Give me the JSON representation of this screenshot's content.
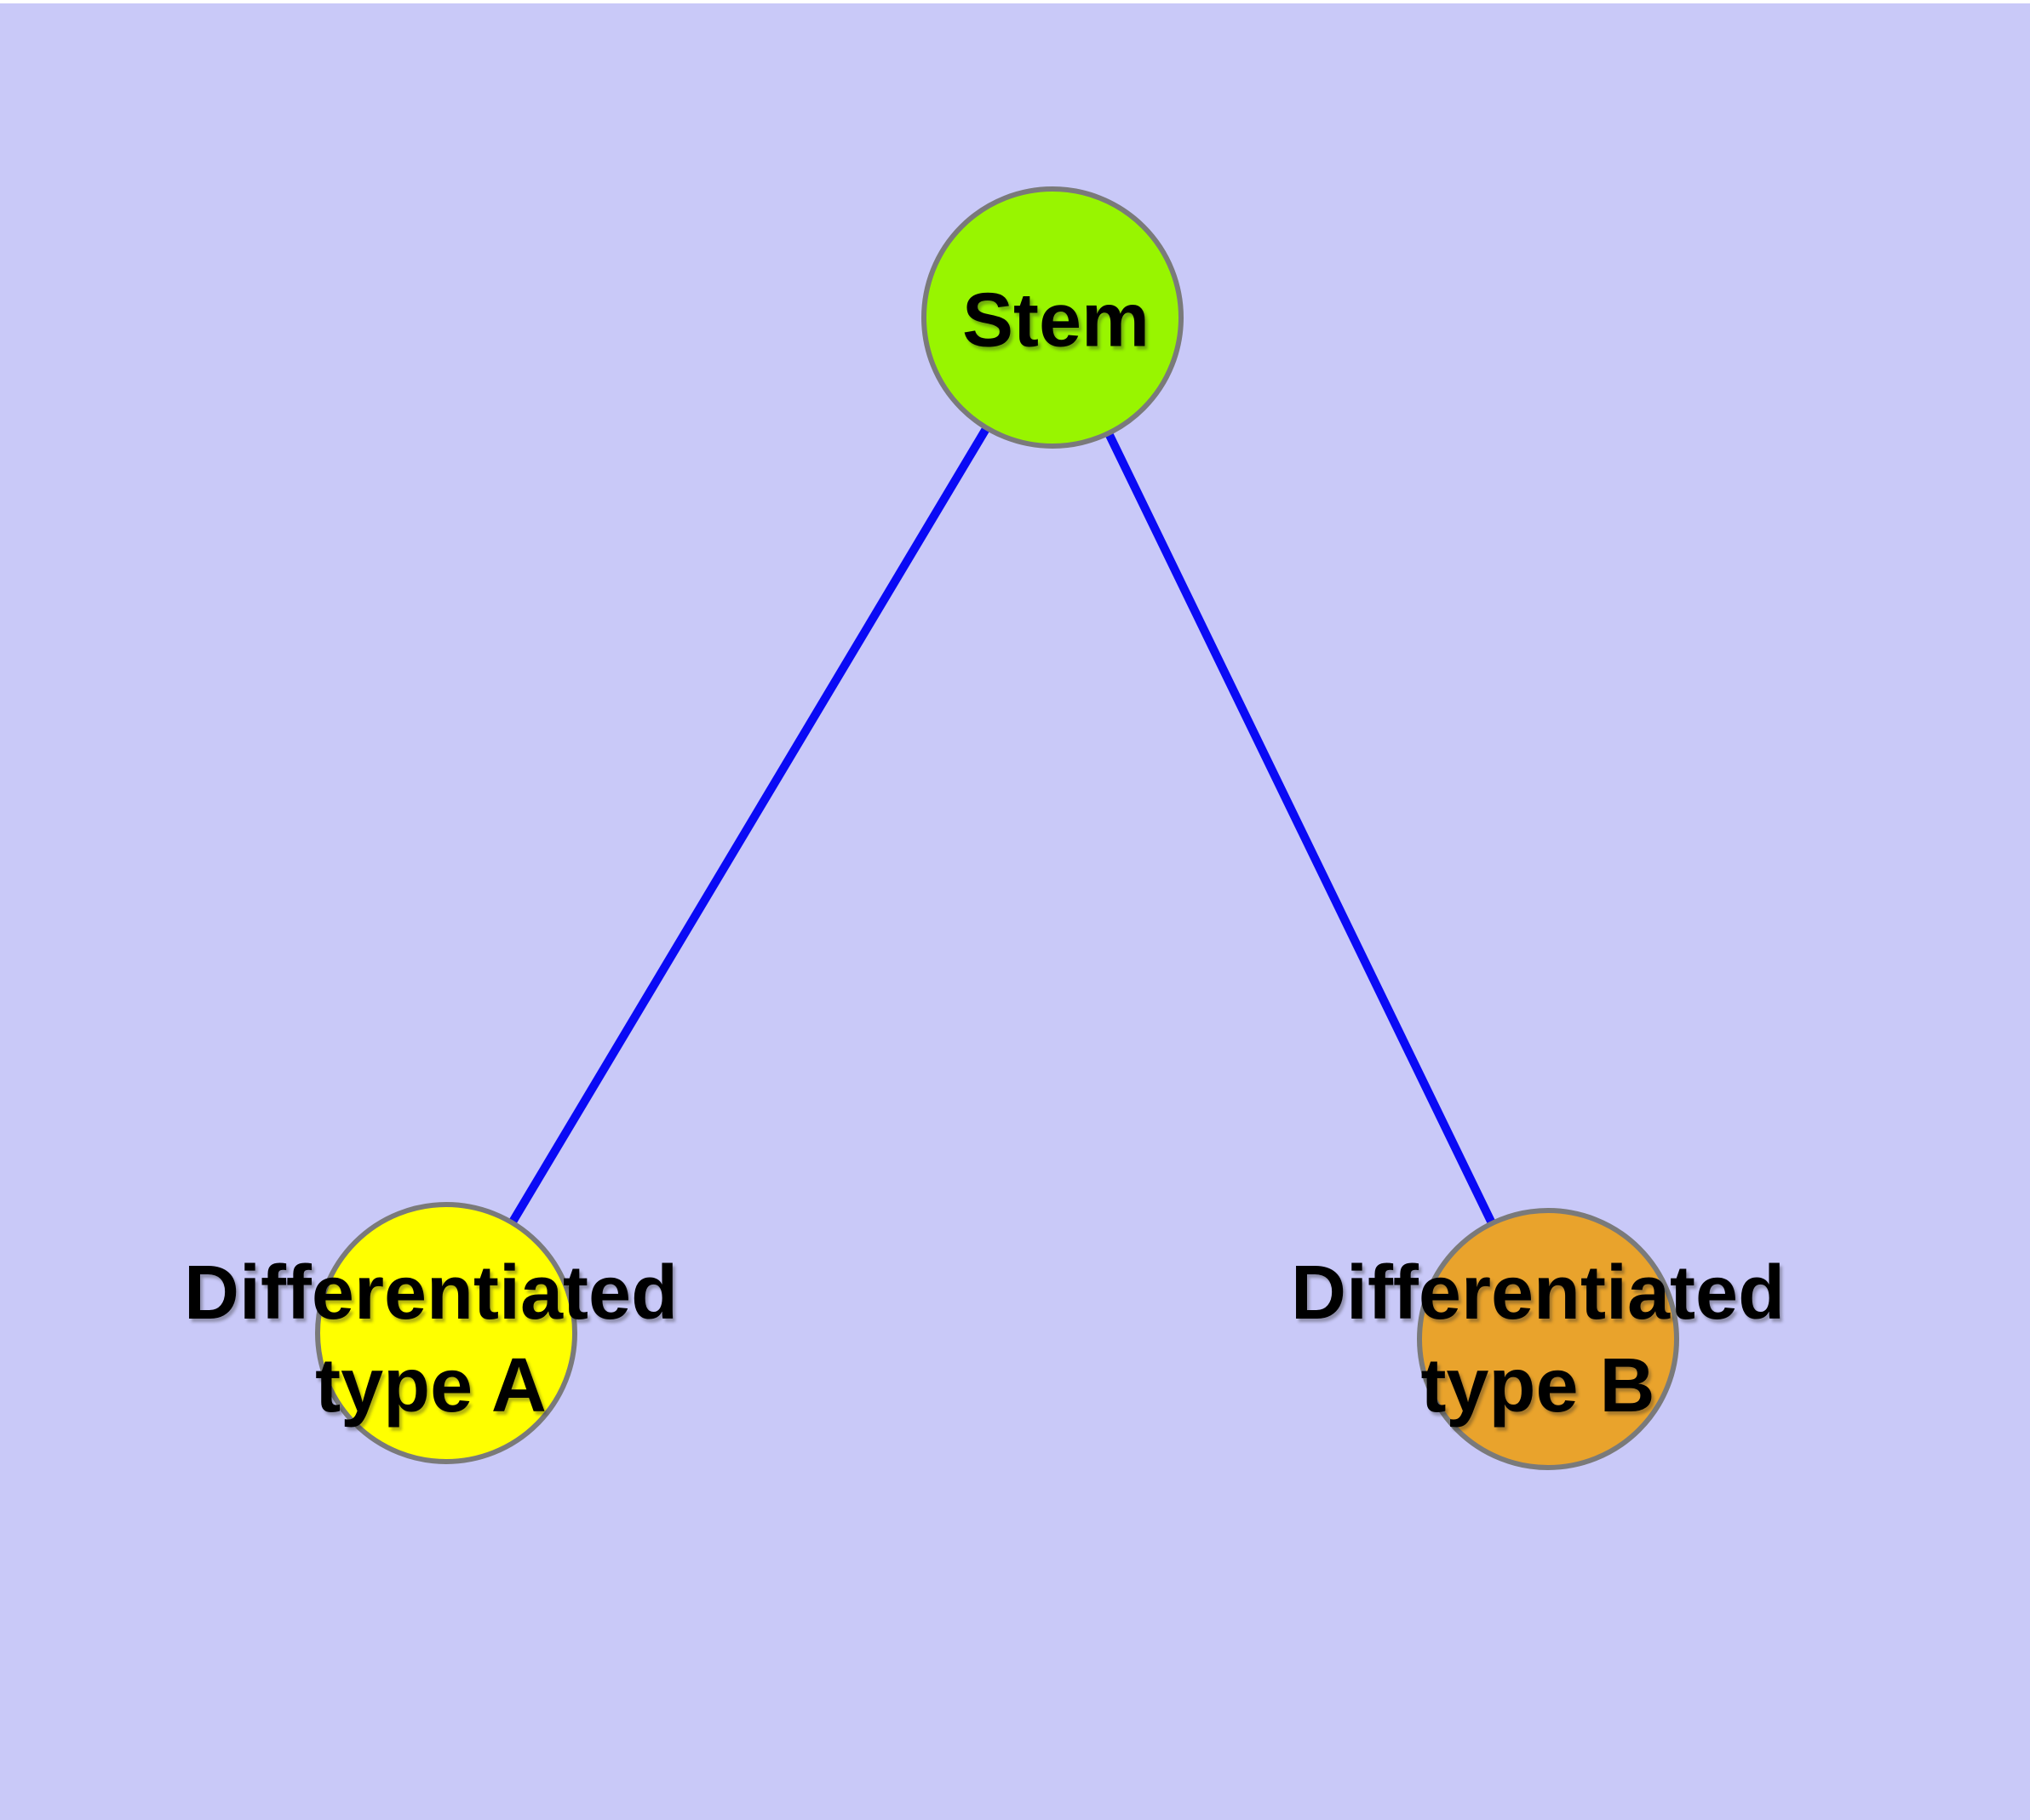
{
  "colors": {
    "background": "#C9C9F8",
    "top_strip": "#FFFFFF",
    "edge": "#0A0AF5",
    "node_border": "#7A7A7A",
    "label_text": "#000000"
  },
  "graph": {
    "type": "node-link-diagram",
    "nodes": [
      {
        "id": "stem",
        "label_lines": [
          "Stem"
        ],
        "fill": "#98F500"
      },
      {
        "id": "differentiated-type-a",
        "label_lines": [
          "Differentiated",
          "type A"
        ],
        "fill": "#FFFF00"
      },
      {
        "id": "differentiated-type-b",
        "label_lines": [
          "Differentiated",
          "type B"
        ],
        "fill": "#E9A32C"
      }
    ],
    "edges": [
      {
        "from": "stem",
        "to": "differentiated-type-a"
      },
      {
        "from": "stem",
        "to": "differentiated-type-b"
      }
    ]
  }
}
